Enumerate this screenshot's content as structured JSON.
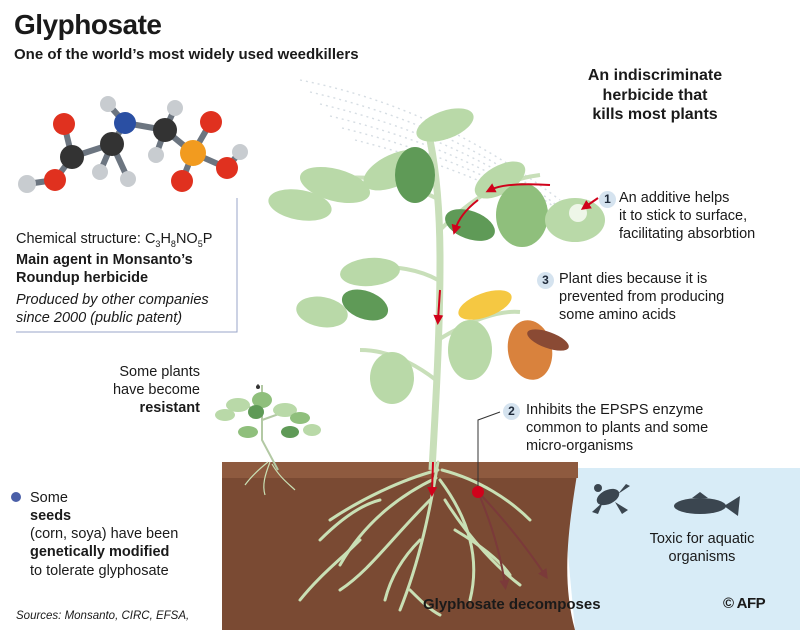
{
  "title": "Glyphosate",
  "subtitle": "One of the world’s most widely used weedkillers",
  "headline": [
    "An indiscriminate",
    "herbicide that",
    "kills most plants"
  ],
  "chemical_structure": {
    "label": "Chemical structure: ",
    "formula": [
      {
        "sym": "C",
        "sub": "3"
      },
      {
        "sym": "H",
        "sub": "8"
      },
      {
        "sym": "NO",
        "sub": "5"
      },
      {
        "sym": "P",
        "sub": ""
      }
    ]
  },
  "main_agent": [
    "Main agent in Monsanto’s",
    "Roundup herbicide"
  ],
  "produced_by": [
    "Produced by other companies",
    "since 2000 (public patent)"
  ],
  "steps": [
    {
      "num": "1",
      "lines": [
        "An additive helps",
        "it to stick to surface,",
        "facilitating absorbtion"
      ]
    },
    {
      "num": "3",
      "lines": [
        "Plant dies because it is",
        "prevented from producing",
        "some amino acids"
      ]
    },
    {
      "num": "2",
      "lines": [
        "Inhibits the EPSPS enzyme",
        "common to plants and some",
        "micro-organisms"
      ]
    }
  ],
  "resistant": {
    "lines": [
      "Some plants",
      "have become"
    ],
    "bold": "resistant"
  },
  "seeds": {
    "line1_pre": "Some ",
    "line1_bold": "seeds",
    "line2": "(corn, soya) have been",
    "line3_bold": "genetically modified",
    "line4": "to tolerate glyphosate"
  },
  "toxic": [
    "Toxic for aquatic",
    "organisms"
  ],
  "decomposes": "Glyphosate decomposes",
  "sources": "Sources: Monsanto, CIRC, EFSA,",
  "credit": "© AFP",
  "colors": {
    "soil": "#7a4a33",
    "soil_top": "#8e5a3f",
    "water": "#d8ecf7",
    "leaf_light": "#b9d9a8",
    "leaf_mid": "#8fbf7c",
    "leaf_dark": "#5f9a57",
    "stem": "#c8dfb9",
    "arrow_red": "#d0021b",
    "root": "#c9e0b5",
    "dead_root": "#7b3a3a",
    "leaf_yellow": "#f5c842",
    "leaf_orange": "#d9823d",
    "leaf_brown": "#8a4a34",
    "atom_oxygen": "#e0311f",
    "atom_carbon": "#333333",
    "atom_hydrogen": "#c8ccd0",
    "atom_nitrogen": "#2a4fa3",
    "atom_phosphorus": "#f29b1f",
    "bullet": "#4a5fa8",
    "bracket": "#9aa6c8"
  },
  "icons": [
    "molecule-model",
    "weed-plant",
    "frog-icon",
    "fish-icon",
    "spray-mist"
  ]
}
